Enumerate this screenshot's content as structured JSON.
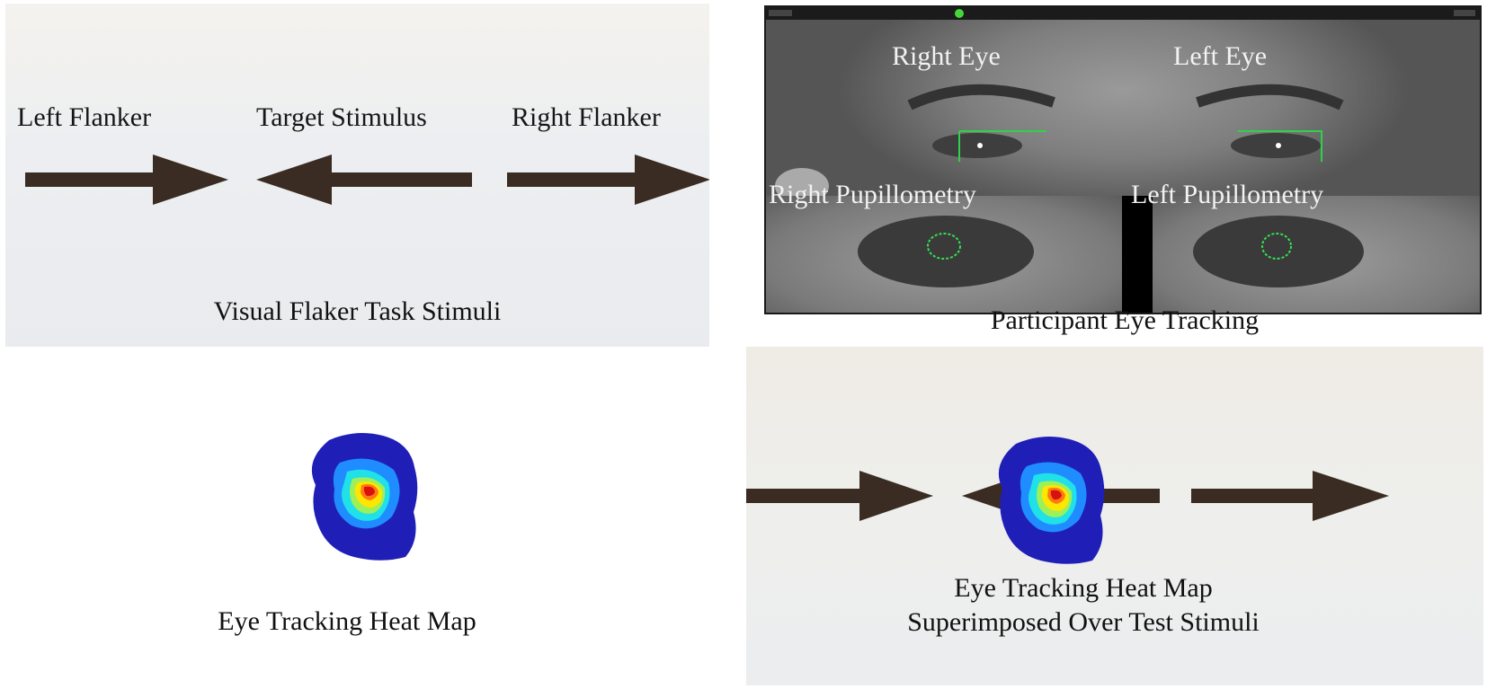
{
  "stimuli_panel": {
    "left_flanker_label": "Left Flanker",
    "target_label": "Target Stimulus",
    "right_flanker_label": "Right Flanker",
    "caption": "Visual Flaker Task Stimuli"
  },
  "eye_panel": {
    "right_eye_label": "Right Eye",
    "left_eye_label": "Left Eye",
    "right_pupil_label": "Right Pupillometry",
    "left_pupil_label": "Left Pupillometry",
    "caption": "Participant Eye Tracking"
  },
  "heatmap_panel": {
    "caption": "Eye Tracking Heat Map"
  },
  "superimposed_panel": {
    "caption_line1": "Eye Tracking Heat Map",
    "caption_line2": "Superimposed Over Test Stimuli"
  },
  "colors": {
    "arrow": "#3a2c22",
    "tracker_box": "#2fd14a",
    "heat_outer": "#1f1fb8",
    "heat_mid": "#20c8ff",
    "heat_warm": "#ffe600",
    "heat_hot": "#d81010"
  }
}
